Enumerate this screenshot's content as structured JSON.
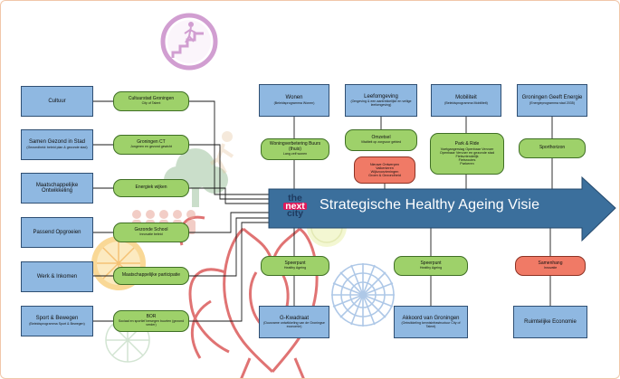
{
  "diagram": {
    "title": "Strategische Healthy Ageing Visie",
    "logo": {
      "line1": "the",
      "line2": "next",
      "line3": "city"
    },
    "colors": {
      "box": "#8fb8e1",
      "pill": "#9ed16a",
      "pill_red": "#f07a66",
      "arrow": "#3b6f9c"
    },
    "left_boxes": [
      {
        "title": "Cultuur",
        "sub": ""
      },
      {
        "title": "Samen Gezond in Stad",
        "sub": "(Gezondheid: beleid plan & gezonde stad)"
      },
      {
        "title": "Maatschappelijke Ontwikkeling",
        "sub": ""
      },
      {
        "title": "Passend Opgroeien",
        "sub": ""
      },
      {
        "title": "Werk & Inkomen",
        "sub": ""
      },
      {
        "title": "Sport & Bewegen",
        "sub": "(Beleidsprogramma Sport & Bewegen)"
      }
    ],
    "left_pills": [
      {
        "title": "Cultuurstad Groningen",
        "sub": "City of Talent"
      },
      {
        "title": "Groningen CT",
        "sub": "Jongeren en gezond gewicht"
      },
      {
        "title": "Energiek wijken",
        "sub": ""
      },
      {
        "title": "Gezonde School",
        "sub": "Innovatie beleid"
      },
      {
        "title": "Maatschappelijke participatie",
        "sub": ""
      },
      {
        "title": "BOR",
        "sub": "Sociaal en sportief bewegen buurten (gezond verder)"
      }
    ],
    "top_boxes": [
      {
        "title": "Wonen",
        "sub": "(Beleidsprogramma Wonen)"
      },
      {
        "title": "Leefomgeving",
        "sub": "(Omgeving & een aantrekkelijke en veilige leefomgeving)"
      },
      {
        "title": "Mobiliteit",
        "sub": "(Beleidsprogramma Mobiliteit)"
      },
      {
        "title": "Groningen Geeft Energie",
        "sub": "(Energieprogramma stad 2035)"
      }
    ],
    "top_pills": [
      {
        "title": "Woningverbetering Buurs (thuis)",
        "sub": "Lang zelf wonen"
      },
      {
        "title": "Omzetsel",
        "sub": "Vitaliteit op zorgvoor gebied"
      },
      {
        "title": "Park & Ride",
        "lines": [
          "Voetgangerslag Openbaar Vervoer",
          "Openbaar Vervoer en gezonde stad",
          "Fietsvriendelijk",
          "Fietsroutes",
          "Parkeren"
        ]
      },
      {
        "title": "Sporthorizon",
        "sub": ""
      }
    ],
    "red_pill_top": {
      "lines": [
        "Nieuwe Ontwerpen",
        "Valkenieren",
        "Wijkvoorzieningen",
        "Groen & Gezondheid"
      ]
    },
    "bottom_pills": [
      {
        "title": "Speerpunt",
        "sub": "Healthy Ageing",
        "red": false
      },
      {
        "title": "Speerpunt",
        "sub": "Healthy Ageing",
        "red": false
      },
      {
        "title": "Samenhang",
        "sub": "Innovatie",
        "red": true
      }
    ],
    "bottom_boxes": [
      {
        "title": "G-Kwadraat",
        "sub": "(Duurzame ontwikkeling van de Groningse economie)"
      },
      {
        "title": "Akkoord van Groningen",
        "sub": "(Ontwikkeling kennisinfrastructuur City of Talent)"
      },
      {
        "title": "Ruimtelijke Economie",
        "sub": ""
      }
    ]
  }
}
